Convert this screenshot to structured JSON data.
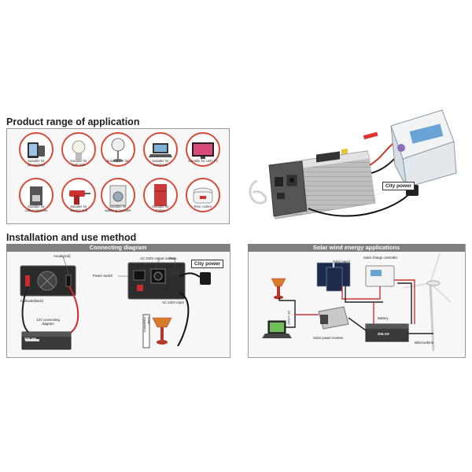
{
  "product_range": {
    "title": "Product range of application",
    "items": [
      {
        "label": "Suitable for\nphone/ipad",
        "icon": "tablet-phone-icon"
      },
      {
        "label": "Suitable for\nlight bulb",
        "icon": "light-bulb-icon"
      },
      {
        "label": "Suitable for fan",
        "icon": "fan-icon"
      },
      {
        "label": "Suitable for\nnotebook",
        "icon": "laptop-icon"
      },
      {
        "label": "Suitable for LED TV",
        "icon": "tv-icon"
      },
      {
        "label": "Suitable for\ncoffee machine",
        "icon": "coffee-machine-icon"
      },
      {
        "label": "Suitable for\nelectric drill",
        "icon": "drill-icon"
      },
      {
        "label": "Suitable for\nwashing machine",
        "icon": "washing-machine-icon"
      },
      {
        "label": "Suitable for\nFridge",
        "icon": "fridge-icon"
      },
      {
        "label": "Rice cooker",
        "icon": "rice-cooker-icon"
      }
    ],
    "city_power": "City power"
  },
  "installation": {
    "title": "Installation and use method",
    "connecting": {
      "title": "Connecting diagram",
      "anode": "Anode(red)",
      "cathode": "Cathode(black)",
      "diagram_note": "12V connecting\ndiagram",
      "battery_brand": "200.AH",
      "output_socket": "AC 220V output socket",
      "fuse": "Fuse",
      "power_switch": "Power switch",
      "ac_input": "AC 220V input",
      "load": "Load\nequipment",
      "city_power": "City power"
    },
    "solar": {
      "title": "Solar wind energy applications",
      "solar_panel": "Solar panel",
      "charge_controller": "Solar charge controller",
      "dc_load": "DC LOAD",
      "inverter_label": "Solar power inverter",
      "battery_label": "Battery",
      "battery_brand": "200.AH",
      "wind_turbine": "Wind turbine"
    }
  },
  "colors": {
    "accent_red": "#d54b3a",
    "bar_grey": "#7f7f7f",
    "inverter_silver": "#c9c9c9"
  }
}
